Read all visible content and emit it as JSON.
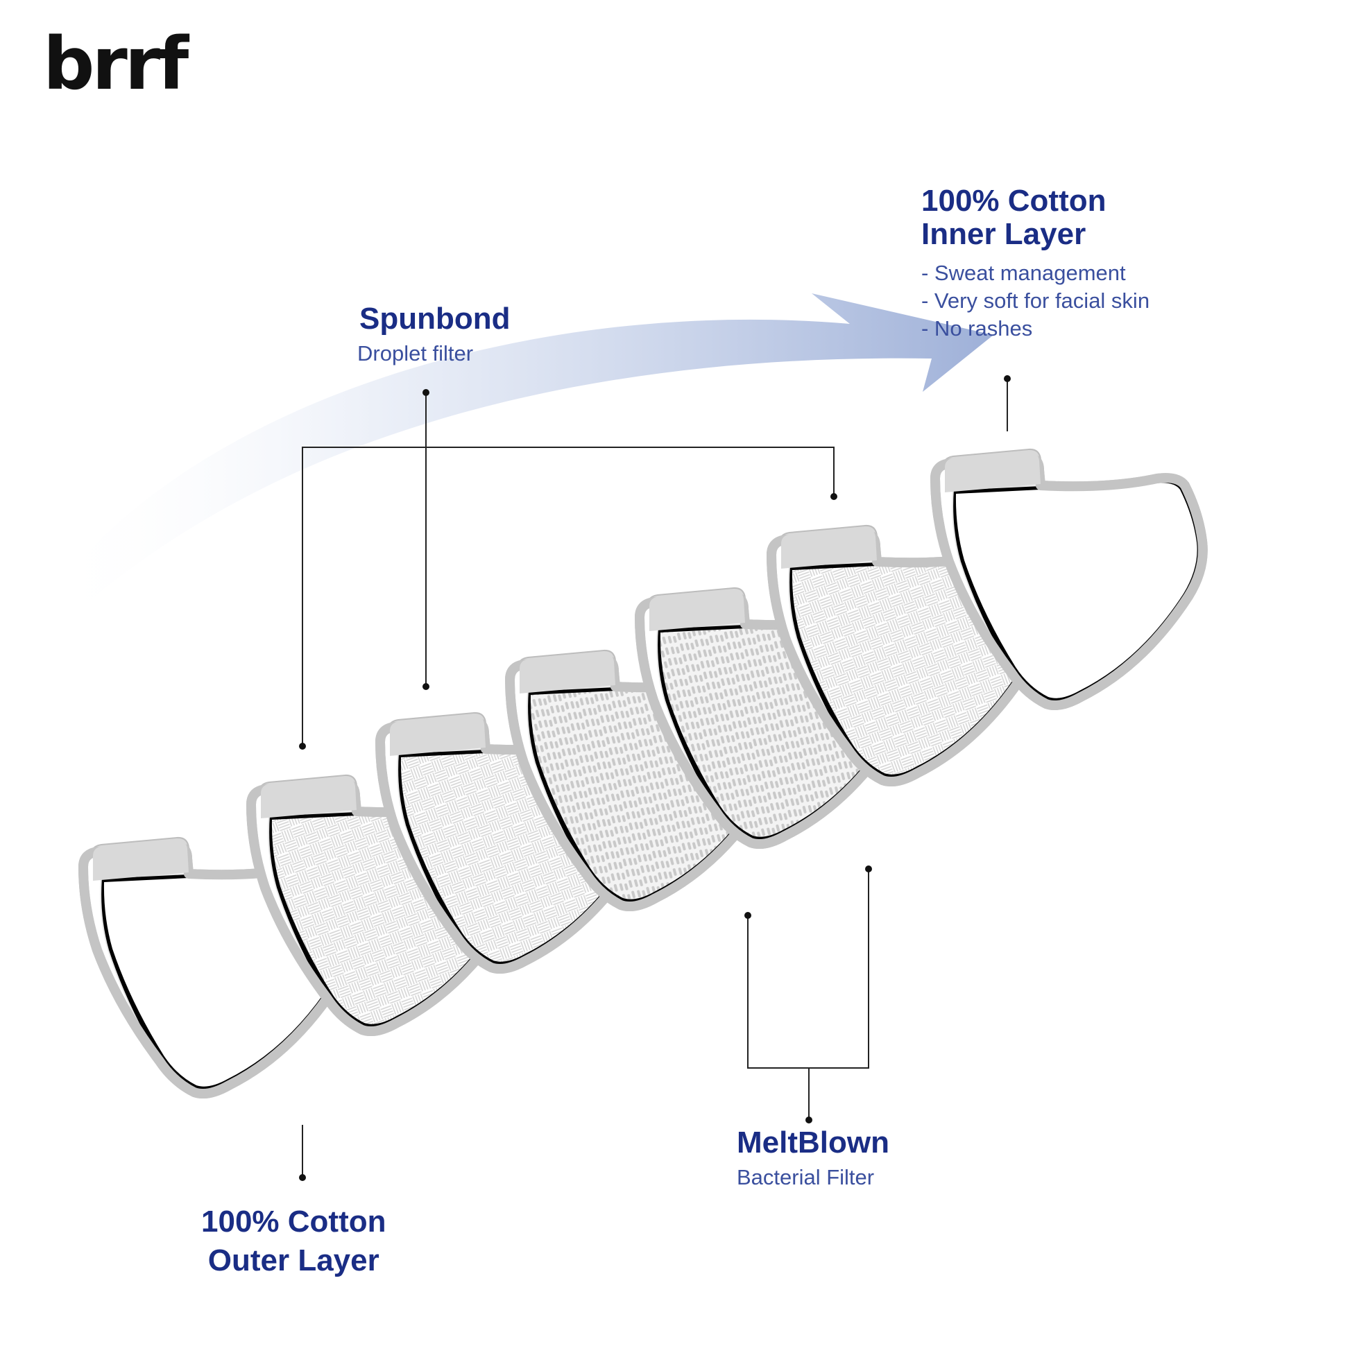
{
  "brand": {
    "logo_text": "brrf"
  },
  "labels": {
    "inner": {
      "title_line1": "100% Cotton",
      "title_line2": "Inner Layer",
      "bullets": [
        "- Sweat management",
        "- Very soft for facial skin",
        "- No rashes"
      ]
    },
    "spunbond": {
      "title": "Spunbond",
      "subtitle": "Droplet filter"
    },
    "meltblown": {
      "title": "MeltBlown",
      "subtitle": "Bacterial Filter"
    },
    "outer": {
      "title_line1": "100% Cotton",
      "title_line2": "Outer Layer"
    }
  },
  "colors": {
    "label_blue": "#1a2d85",
    "arrow": "#9eb0d8",
    "outline": "#c4c4c4",
    "tab_fill": "#d9d9d9"
  },
  "layers": [
    {
      "fill": "plain"
    },
    {
      "fill": "weave"
    },
    {
      "fill": "weave"
    },
    {
      "fill": "melt"
    },
    {
      "fill": "melt"
    },
    {
      "fill": "weave"
    },
    {
      "fill": "plain"
    }
  ]
}
